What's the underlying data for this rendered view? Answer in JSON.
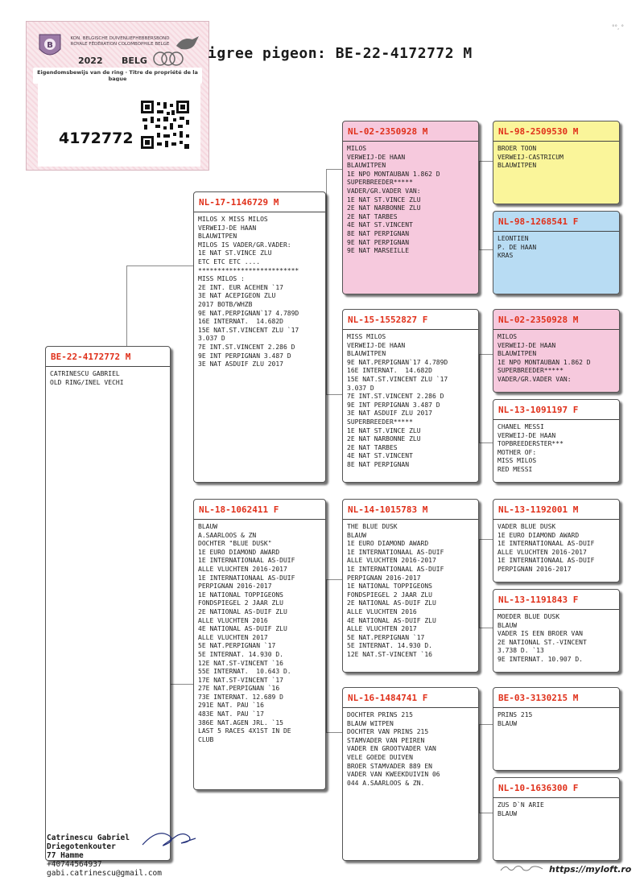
{
  "title": "igree pigeon: BE-22-4172772 M",
  "corner_mark": "°°, °",
  "sticker": {
    "header": "Kon. Belgische Duivenliefhebbersbond Royale Fédération Colombophile Belge",
    "year": "2022",
    "country": "BELG",
    "owner_proof": "Eigendomsbewijs van de ring · Titre de propriété de la bague",
    "ring_number": "4172772"
  },
  "cards": {
    "subject": {
      "code": "BE-22-4172772 M",
      "text": "CATRINESCU GABRIEL\nOLD RING/INEL VECHI"
    },
    "sire": {
      "code": "NL-17-1146729 M",
      "text": "MILOS X MISS MILOS\nVERWEIJ-DE HAAN\nBLAUWITPEN\nMILOS IS VADER/GR.VADER:\n1E NAT ST.VINCE ZLU\nETC ETC ETC ....\n**************************\nMISS MILOS :\n2E INT. EUR ACEHEN `17\n3E NAT ACEPIGEON ZLU\n2017 BOTB/WHZB\n9E NAT.PERPIGNAN`17 4.789D\n16E INTERNAT.  14.682D\n15E NAT.ST.VINCENT ZLU `17\n3.037 D\n7E INT.ST.VINCENT 2.286 D\n9E INT PERPIGNAN 3.487 D\n3E NAT ASDUIF ZLU 2017"
    },
    "dam": {
      "code": "NL-18-1062411 F",
      "text": "BLAUW\nA.SAARLOOS & ZN\nDOCHTER \"BLUE DUSK\"\n1E EURO DIAMOND AWARD\n1E INTERNATIONAAL AS-DUIF\nALLE VLUCHTEN 2016-2017\n1E INTERNATIONAAL AS-DUIF\nPERPIGNAN 2016-2017\n1E NATIONAL TOPPIGEONS\nFONDSPIEGEL 2 JAAR ZLU\n2E NATIONAL AS-DUIF ZLU\nALLE VLUCHTEN 2016\n4E NATIONAL AS-DUIF ZLU\nALLE VLUCHTEN 2017\n5E NAT.PERPIGNAN `17\n5E INTERNAT. 14.930 D.\n12E NAT.ST-VINCENT `16\n55E INTERNAT.  10.643 D.\n17E NAT.ST-VINCENT `17\n27E NAT.PERPIGNAN `16\n73E INTERNAT. 12.689 D\n291E NAT. PAU `16\n483E NAT. PAU `17\n386E NAT.AGEN JRL. `15\nLAST 5 RACES 4X1ST IN DE\nCLUB"
    },
    "ss": {
      "code": "NL-02-2350928 M",
      "text": "MILOS\nVERWEIJ-DE HAAN\nBLAUWITPEN\n1E NPO MONTAUBAN 1.862 D\nSUPERBREEDER*****\nVADER/GR.VADER VAN:\n1E NAT ST.VINCE ZLU\n2E NAT NARBONNE ZLU\n2E NAT TARBES\n4E NAT ST.VINCENT\n8E NAT PERPIGNAN\n9E NAT PERPIGNAN\n9E NAT MARSEILLE"
    },
    "sd": {
      "code": "NL-15-1552827 F",
      "text": "MISS MILOS\nVERWEIJ-DE HAAN\nBLAUWITPEN\n9E NAT.PERPIGNAN`17 4.789D\n16E INTERNAT.  14.682D\n15E NAT.ST.VINCENT ZLU `17\n3.037 D\n7E INT.ST.VINCENT 2.286 D\n9E INT PERPIGNAN 3.487 D\n3E NAT ASDUIF ZLU 2017\nSUPERBREEDER*****\n1E NAT ST.VINCE ZLU\n2E NAT NARBONNE ZLU\n2E NAT TARBES\n4E NAT ST.VINCENT\n8E NAT PERPIGNAN"
    },
    "ds": {
      "code": "NL-14-1015783 M",
      "text": "THE BLUE DUSK\nBLAUW\n1E EURO DIAMOND AWARD\n1E INTERNATIONAAL AS-DUIF\nALLE VLUCHTEN 2016-2017\n1E INTERNATIONAAL AS-DUIF\nPERPIGNAN 2016-2017\n1E NATIONAL TOPPIGEONS\nFONDSPIEGEL 2 JAAR ZLU\n2E NATIONAL AS-DUIF ZLU\nALLE VLUCHTEN 2016\n4E NATIONAL AS-DUIF ZLU\nALLE VLUCHTEN 2017\n5E NAT.PERPIGNAN `17\n5E INTERNAT. 14.930 D.\n12E NAT.ST-VINCENT `16"
    },
    "dd": {
      "code": "NL-16-1484741 F",
      "text": "DOCHTER PRINS 215\nBLAUW WITPEN\nDOCHTER VAN PRINS 215\nSTAMVADER VAN PEIREN\nVADER EN GROOTVADER VAN\nVELE GOEDE DUIVEN\nBROER STAMVADER 889 EN\nVADER VAN KWEEKDUIVIN 06\n044 A.SAARLOOS & ZN."
    },
    "sss": {
      "code": "NL-98-2509530 M",
      "text": "BROER TOON\nVERWEIJ-CASTRICUM\nBLAUWITPEN"
    },
    "ssd": {
      "code": "NL-98-1268541 F",
      "text": "LEONTIEN\nP. DE HAAN\nKRAS"
    },
    "sds": {
      "code": "NL-02-2350928 M",
      "text": "MILOS\nVERWEIJ-DE HAAN\nBLAUWITPEN\n1E NPO MONTAUBAN 1.862 D\nSUPERBREEDER*****\nVADER/GR.VADER VAN:"
    },
    "sdd": {
      "code": "NL-13-1091197 F",
      "text": "CHANEL MESSI\nVERWEIJ-DE HAAN\nTOPBREEDERSTER***\nMOTHER OF:\nMISS MILOS\nRED MESSI"
    },
    "dss": {
      "code": "NL-13-1192001 M",
      "text": "VADER BLUE DUSK\n1E EURO DIAMOND AWARD\n1E INTERNATIONAAL AS-DUIF\nALLE VLUCHTEN 2016-2017\n1E INTERNATIONAAL AS-DUIF\nPERPIGNAN 2016-2017"
    },
    "dsd": {
      "code": "NL-13-1191843 F",
      "text": "MOEDER BLUE DUSK\nBLAUW\nVADER IS EEN BROER VAN\n2E NATIONAL ST.-VINCENT\n3.738 D. `13\n9E INTERNAT. 10.907 D."
    },
    "dds": {
      "code": "BE-03-3130215 M",
      "text": "PRINS 215\nBLAUW"
    },
    "ddd": {
      "code": "NL-10-1636300 F",
      "text": "ZUS D`N ARIE\nBLAUW"
    }
  },
  "footer": {
    "name": "Catrinescu Gabriel",
    "street": "Driegotenkouter",
    "city": "77 Hamme",
    "phone": "+40744564937",
    "email": "gabi.catrinescu@gmail.com"
  },
  "site": "https://myloft.ro",
  "colors": {
    "code_red": "#e0301a",
    "pink": "#f6c9dd",
    "yellow": "#faf59a",
    "blue": "#b8dcf3"
  }
}
